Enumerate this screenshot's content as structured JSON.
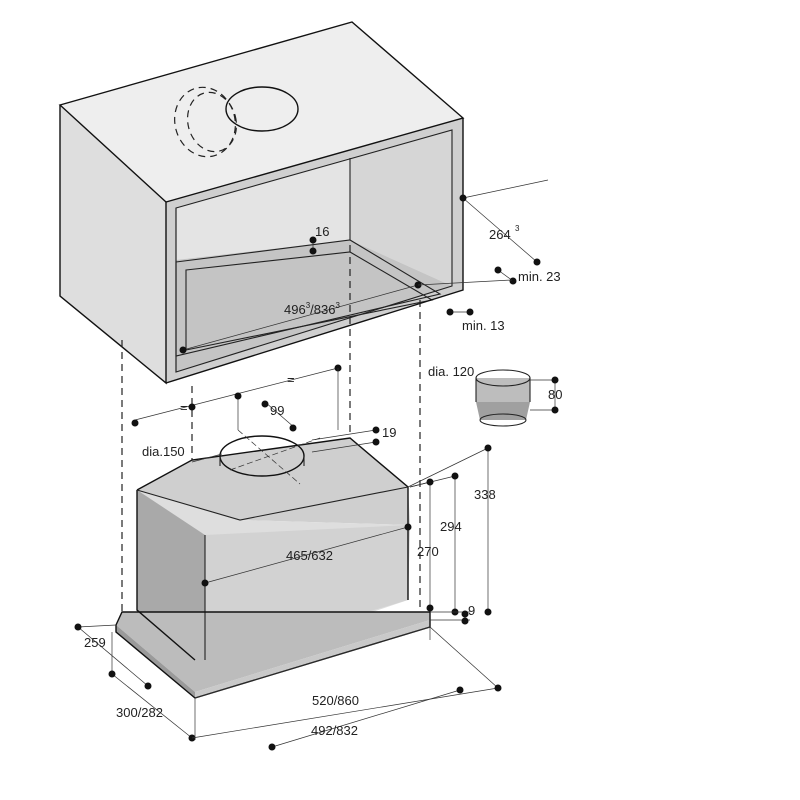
{
  "dimensions": {
    "d264": "264",
    "d264_sup": "3",
    "min23": "min. 23",
    "d16": "16",
    "d496_836_a": "496",
    "d496_836_b": "/836",
    "d496_836_sup": "3",
    "min13": "min. 13",
    "dia120": "dia. 120",
    "d80": "80",
    "eq1": "=",
    "eq2": "=",
    "d99": "99",
    "d19": "19",
    "dia150": "dia.150",
    "d338": "338",
    "d294": "294",
    "d270": "270",
    "d465_632": "465/632",
    "d9": "9",
    "d259": "259",
    "d300_282": "300/282",
    "d520_860": "520/860",
    "d492_832": "492/832"
  }
}
